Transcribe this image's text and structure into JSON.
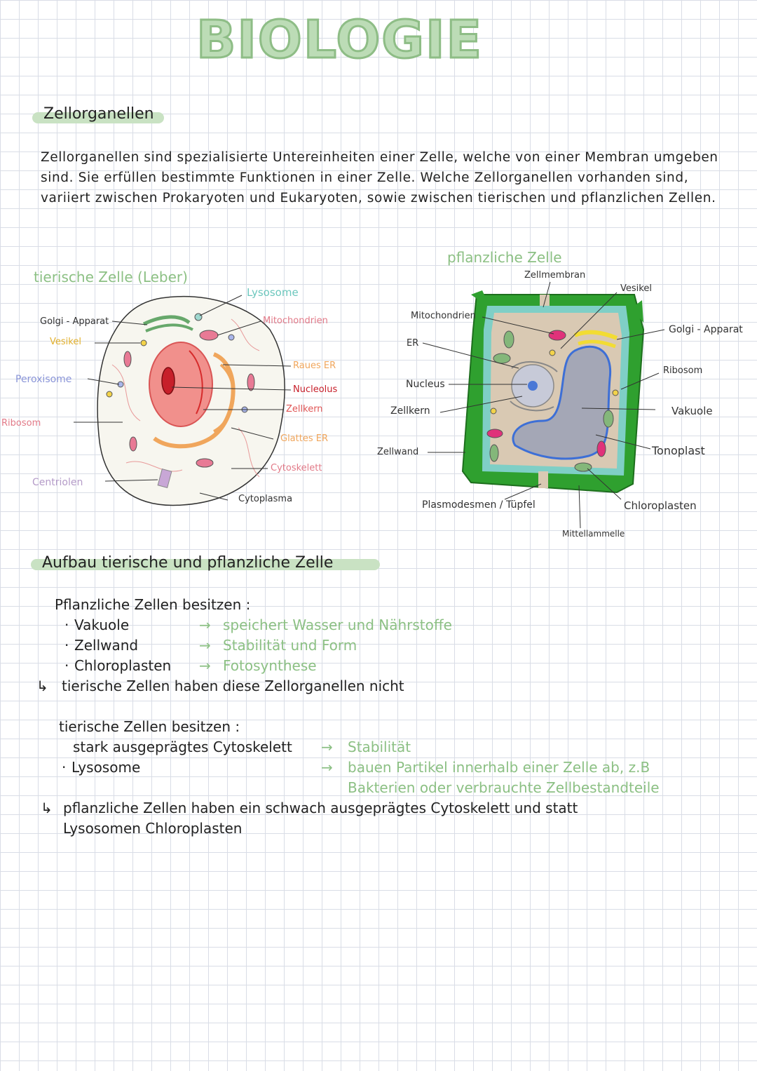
{
  "title": "BIOLOGIE",
  "section1": {
    "heading": "Zellorganellen",
    "paragraph": "Zellorganellen sind spezialisierte Untereinheiten einer Zelle, welche von einer Membran umgeben sind. Sie erfüllen bestimmte Funktionen in einer Zelle. Welche Zellorganellen vorhanden sind, variiert zwischen Prokaryoten und Eukaryoten, sowie zwischen tierischen und pflanzlichen Zellen."
  },
  "animal_cell": {
    "title": "tierische Zelle (Leber)",
    "labels": {
      "golgi": "Golgi - Apparat",
      "vesikel": "Vesikel",
      "peroxisome": "Peroxisome",
      "ribosom": "Ribosom",
      "centriolen": "Centriolen",
      "lysosome": "Lysosome",
      "mitochondrien": "Mitochondrien",
      "raues_er": "Raues ER",
      "nucleolus": "Nucleolus",
      "zellkern": "Zellkern",
      "glattes_er": "Glattes ER",
      "cytoskelett": "Cytoskelett",
      "cytoplasma": "Cytoplasma"
    }
  },
  "plant_cell": {
    "title": "pflanzliche Zelle",
    "labels": {
      "zellmembran": "Zellmembran",
      "vesikel": "Vesikel",
      "mitochondrien": "Mitochondrien",
      "er": "ER",
      "golgi": "Golgi - Apparat",
      "ribosom": "Ribosom",
      "nucleus": "Nucleus",
      "zellkern": "Zellkern",
      "vakuole": "Vakuole",
      "zellwand": "Zellwand",
      "tonoplast": "Tonoplast",
      "plasmodesmen": "Plasmodesmen / Tüpfel",
      "chloroplasten": "Chloroplasten",
      "mittellamelle": "Mittellammelle"
    }
  },
  "section2": {
    "heading": "Aufbau tierische und pflanzliche Zelle",
    "plant_intro": "Pflanzliche Zellen besitzen :",
    "plant_items": [
      {
        "name": "Vakuole",
        "desc": "speichert Wasser und Nährstoffe"
      },
      {
        "name": "Zellwand",
        "desc": "Stabilität und Form"
      },
      {
        "name": "Chloroplasten",
        "desc": "Fotosynthese"
      }
    ],
    "plant_note": "tierische Zellen haben diese Zellorganellen nicht",
    "animal_intro": "tierische Zellen besitzen :",
    "animal_items": [
      {
        "name": "stark ausgeprägtes Cytoskelett",
        "desc": "Stabilität"
      },
      {
        "name": "Lysosome",
        "desc": "bauen Partikel innerhalb einer Zelle ab, z.B"
      }
    ],
    "animal_desc_cont": "Bakterien oder verbrauchte Zellbestandteile",
    "animal_note_line1": "pflanzliche Zellen haben ein schwach ausgeprägtes Cytoskelett und statt",
    "animal_note_line2": "Lysosomen Chloroplasten"
  },
  "colors": {
    "title_fill": "#bcdcb6",
    "title_stroke": "#8ebd86",
    "highlight": "#c9e2c3",
    "green_text": "#8cc084",
    "cell_wall": "#2fa02f",
    "membrane": "#7fcfc6",
    "cytoplasm": "#d9c9b3",
    "vacuole": "#a4a7b6",
    "nucleus": "#f19a97"
  }
}
